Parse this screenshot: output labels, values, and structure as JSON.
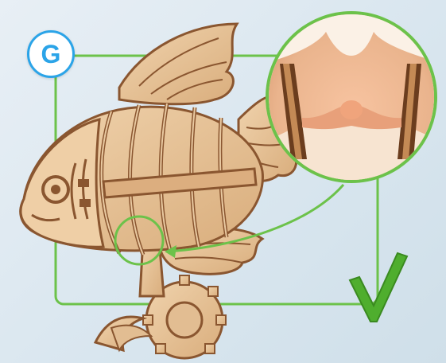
{
  "step": {
    "letter": "G"
  },
  "colors": {
    "background": "#dde8f0",
    "frame": "#6cc24a",
    "badge_accent": "#2ba4e8",
    "wood_light": "#e9c9a1",
    "wood_dark": "#8a5630",
    "checkmark": "#4fae2e"
  },
  "icons": [
    "checkmark-icon",
    "magnifier-callout",
    "assembly-arrow"
  ]
}
